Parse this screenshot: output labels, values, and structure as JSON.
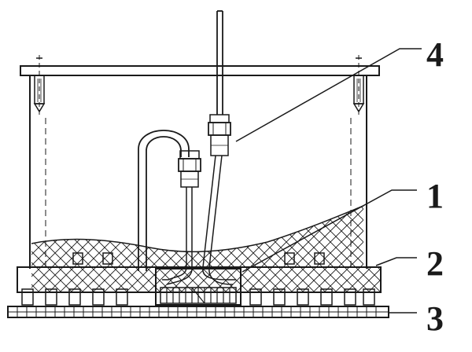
{
  "diagram": {
    "callouts": [
      {
        "id": "1",
        "label": "1"
      },
      {
        "id": "2",
        "label": "2"
      },
      {
        "id": "3",
        "label": "3"
      },
      {
        "id": "4",
        "label": "4"
      }
    ],
    "colors": {
      "ink": "#1a1a1a",
      "background": "#ffffff",
      "hatch": "#1a1a1a"
    }
  }
}
